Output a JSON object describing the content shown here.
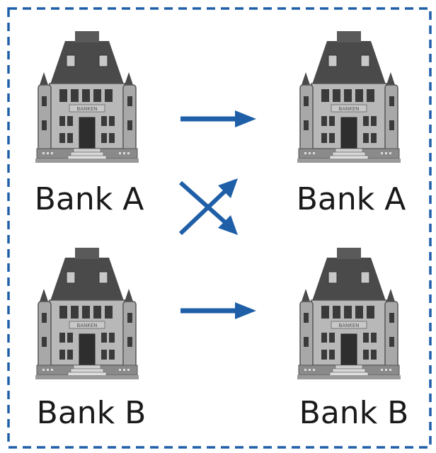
{
  "colors": {
    "frame": "#1f5fa8",
    "arrow": "#1f5fa8",
    "label": "#1a1a1a",
    "roof": "#4a4a4a",
    "wall": "#b8b8b8",
    "window": "#3a3a3a"
  },
  "icon": "bank-building-icon",
  "sign_text": "BANKEN",
  "left_column": [
    {
      "label": "Bank A"
    },
    {
      "label": "Bank B"
    }
  ],
  "right_column": [
    {
      "label": "Bank A"
    },
    {
      "label": "Bank B"
    }
  ]
}
